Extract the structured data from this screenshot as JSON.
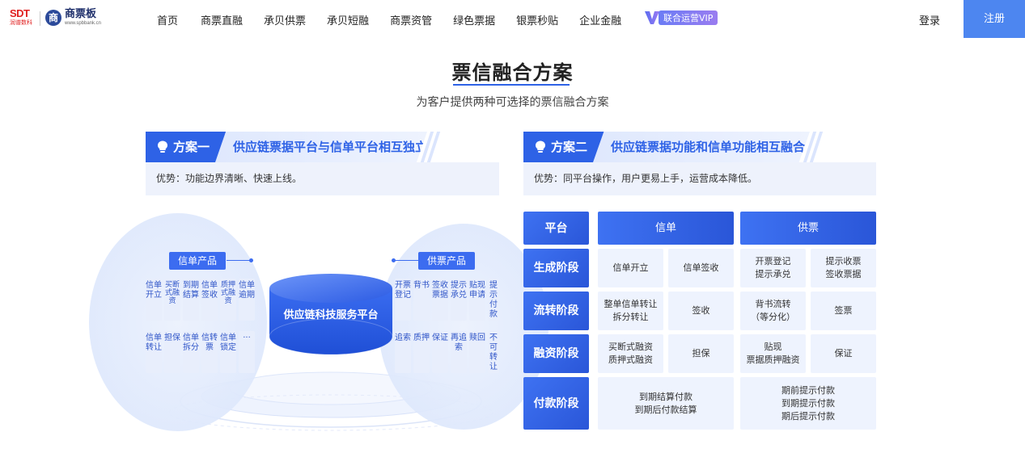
{
  "header": {
    "logo_sdt": "SDT",
    "logo_sdt_sub": "润谱数科",
    "logo_spb_icon": "商",
    "logo_spb_name": "商票板",
    "logo_spb_url": "www.spbbank.cn",
    "nav": [
      "首页",
      "商票直融",
      "承贝供票",
      "承贝短融",
      "商票资管",
      "绿色票据",
      "银票秒贴",
      "企业金融"
    ],
    "vip_label": "联合运营VIP",
    "login": "登录",
    "register": "注册"
  },
  "page": {
    "title": "票信融合方案",
    "subtitle": "为客户提供两种可选择的票信融合方案"
  },
  "scheme1": {
    "tag": "方案一",
    "title": "供应链票据平台与信单平台相互独立",
    "advantage": "优势：功能边界清晰、快速上线。",
    "left_label": "信单产品",
    "right_label": "供票产品",
    "center": "供应链科技服务平台",
    "left_top": [
      "信单开立",
      "买断式融资",
      "到期结算",
      "信单签收",
      "质押式融资",
      "信单逾期"
    ],
    "left_bottom": [
      "信单转让",
      "担保",
      "信单拆分",
      "信转票",
      "信单锁定",
      "···"
    ],
    "right_top": [
      "开票登记",
      "背书",
      "签收票据",
      "提示承兑",
      "贴现申请",
      "提示付款"
    ],
    "right_bottom": [
      "追索",
      "质押",
      "保证",
      "再追索",
      "赎回",
      "不可转让"
    ]
  },
  "scheme2": {
    "tag": "方案二",
    "title": "供应链票据功能和信单功能相互融合",
    "advantage": "优势：同平台操作，用户更易上手，运营成本降低。",
    "platform_label": "平台",
    "col_xindan": "信单",
    "col_gongpiao": "供票",
    "rows": [
      {
        "stage": "生成阶段",
        "cells": [
          [
            "信单开立"
          ],
          [
            "信单签收"
          ],
          [
            "开票登记",
            "提示承兑"
          ],
          [
            "提示收票",
            "签收票据"
          ]
        ]
      },
      {
        "stage": "流转阶段",
        "cells": [
          [
            "整单信单转让",
            "拆分转让"
          ],
          [
            "签收"
          ],
          [
            "背书流转",
            "（等分化）"
          ],
          [
            "签票"
          ]
        ]
      },
      {
        "stage": "融资阶段",
        "cells": [
          [
            "买断式融资",
            "质押式融资"
          ],
          [
            "担保"
          ],
          [
            "贴现",
            "票据质押融资"
          ],
          [
            "保证"
          ]
        ]
      },
      {
        "stage": "付款阶段",
        "cells": [
          [
            "到期结算付款",
            "到期后付款结算"
          ],
          [
            "期前提示付款",
            "到期提示付款",
            "期后提示付款"
          ]
        ]
      }
    ]
  },
  "colors": {
    "primary": "#2e62e6",
    "register_bg": "#4d86f0",
    "cell_bg": "#eef3fe",
    "brand_red": "#e02020"
  }
}
